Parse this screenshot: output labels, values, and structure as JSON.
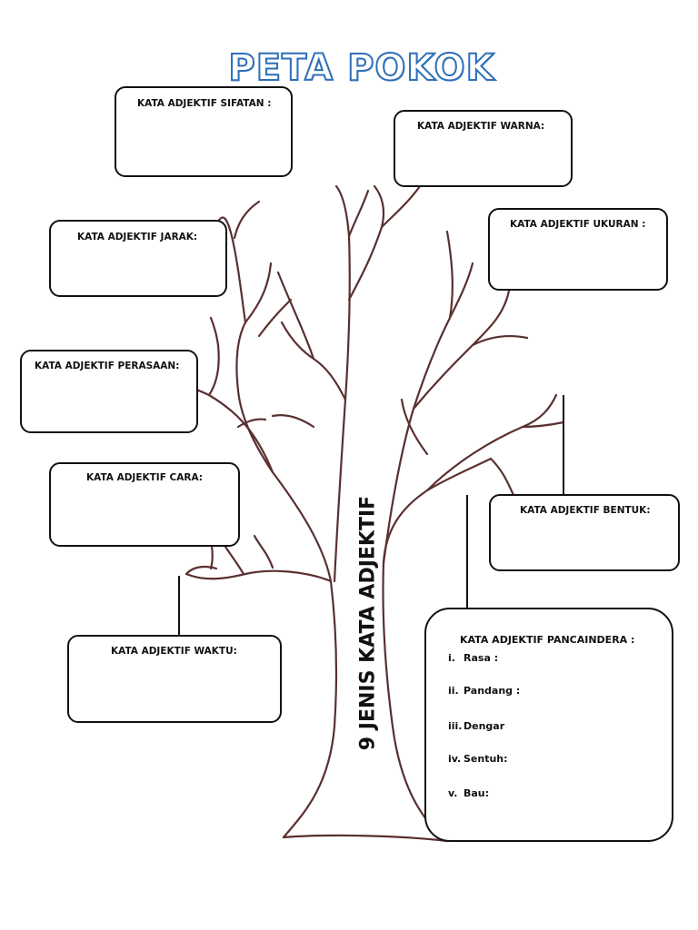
{
  "title": "PETA POKOK",
  "vertical_label": "9 JENIS KATA ADJEKTIF",
  "boxes": {
    "sifatan": "KATA ADJEKTIF SIFATAN :",
    "warna": "KATA ADJEKTIF WARNA:",
    "jarak": "KATA ADJEKTIF JARAK:",
    "ukuran": "KATA ADJEKTIF UKURAN :",
    "perasaan": "KATA ADJEKTIF PERASAAN:",
    "cara": "KATA ADJEKTIF CARA:",
    "bentuk": "KATA ADJEKTIF BENTUK:",
    "waktu": "KATA ADJEKTIF WAKTU:",
    "pancaindera": "KATA ADJEKTIF PANCAINDERA :"
  },
  "senses": [
    {
      "num": "i.",
      "label": "Rasa :"
    },
    {
      "num": "ii.",
      "label": "Pandang :"
    },
    {
      "num": "iii.",
      "label": "Dengar"
    },
    {
      "num": "iv.",
      "label": "Sentuh:"
    },
    {
      "num": "v.",
      "label": "Bau:"
    }
  ],
  "colors": {
    "title_outline": "#2f6fb8",
    "tree_stroke": "#5a3030",
    "box_border": "#111111"
  }
}
